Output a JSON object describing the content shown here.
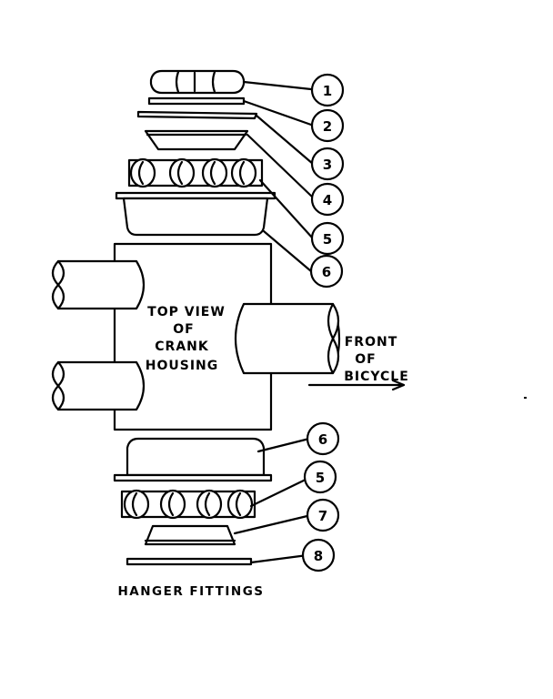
{
  "callouts": {
    "c1": "1",
    "c2": "2",
    "c3": "3",
    "c4": "4",
    "c5a": "5",
    "c6a": "6",
    "c6b": "6",
    "c5b": "5",
    "c7": "7",
    "c8": "8"
  },
  "housing_label": {
    "line1": "TOP VIEW",
    "line2": "OF",
    "line3": "CRANK",
    "line4": "HOUSING"
  },
  "direction_label": {
    "line1": "FRONT",
    "line2": "OF",
    "line3": "BICYCLE"
  },
  "caption": "HANGER FITTINGS"
}
